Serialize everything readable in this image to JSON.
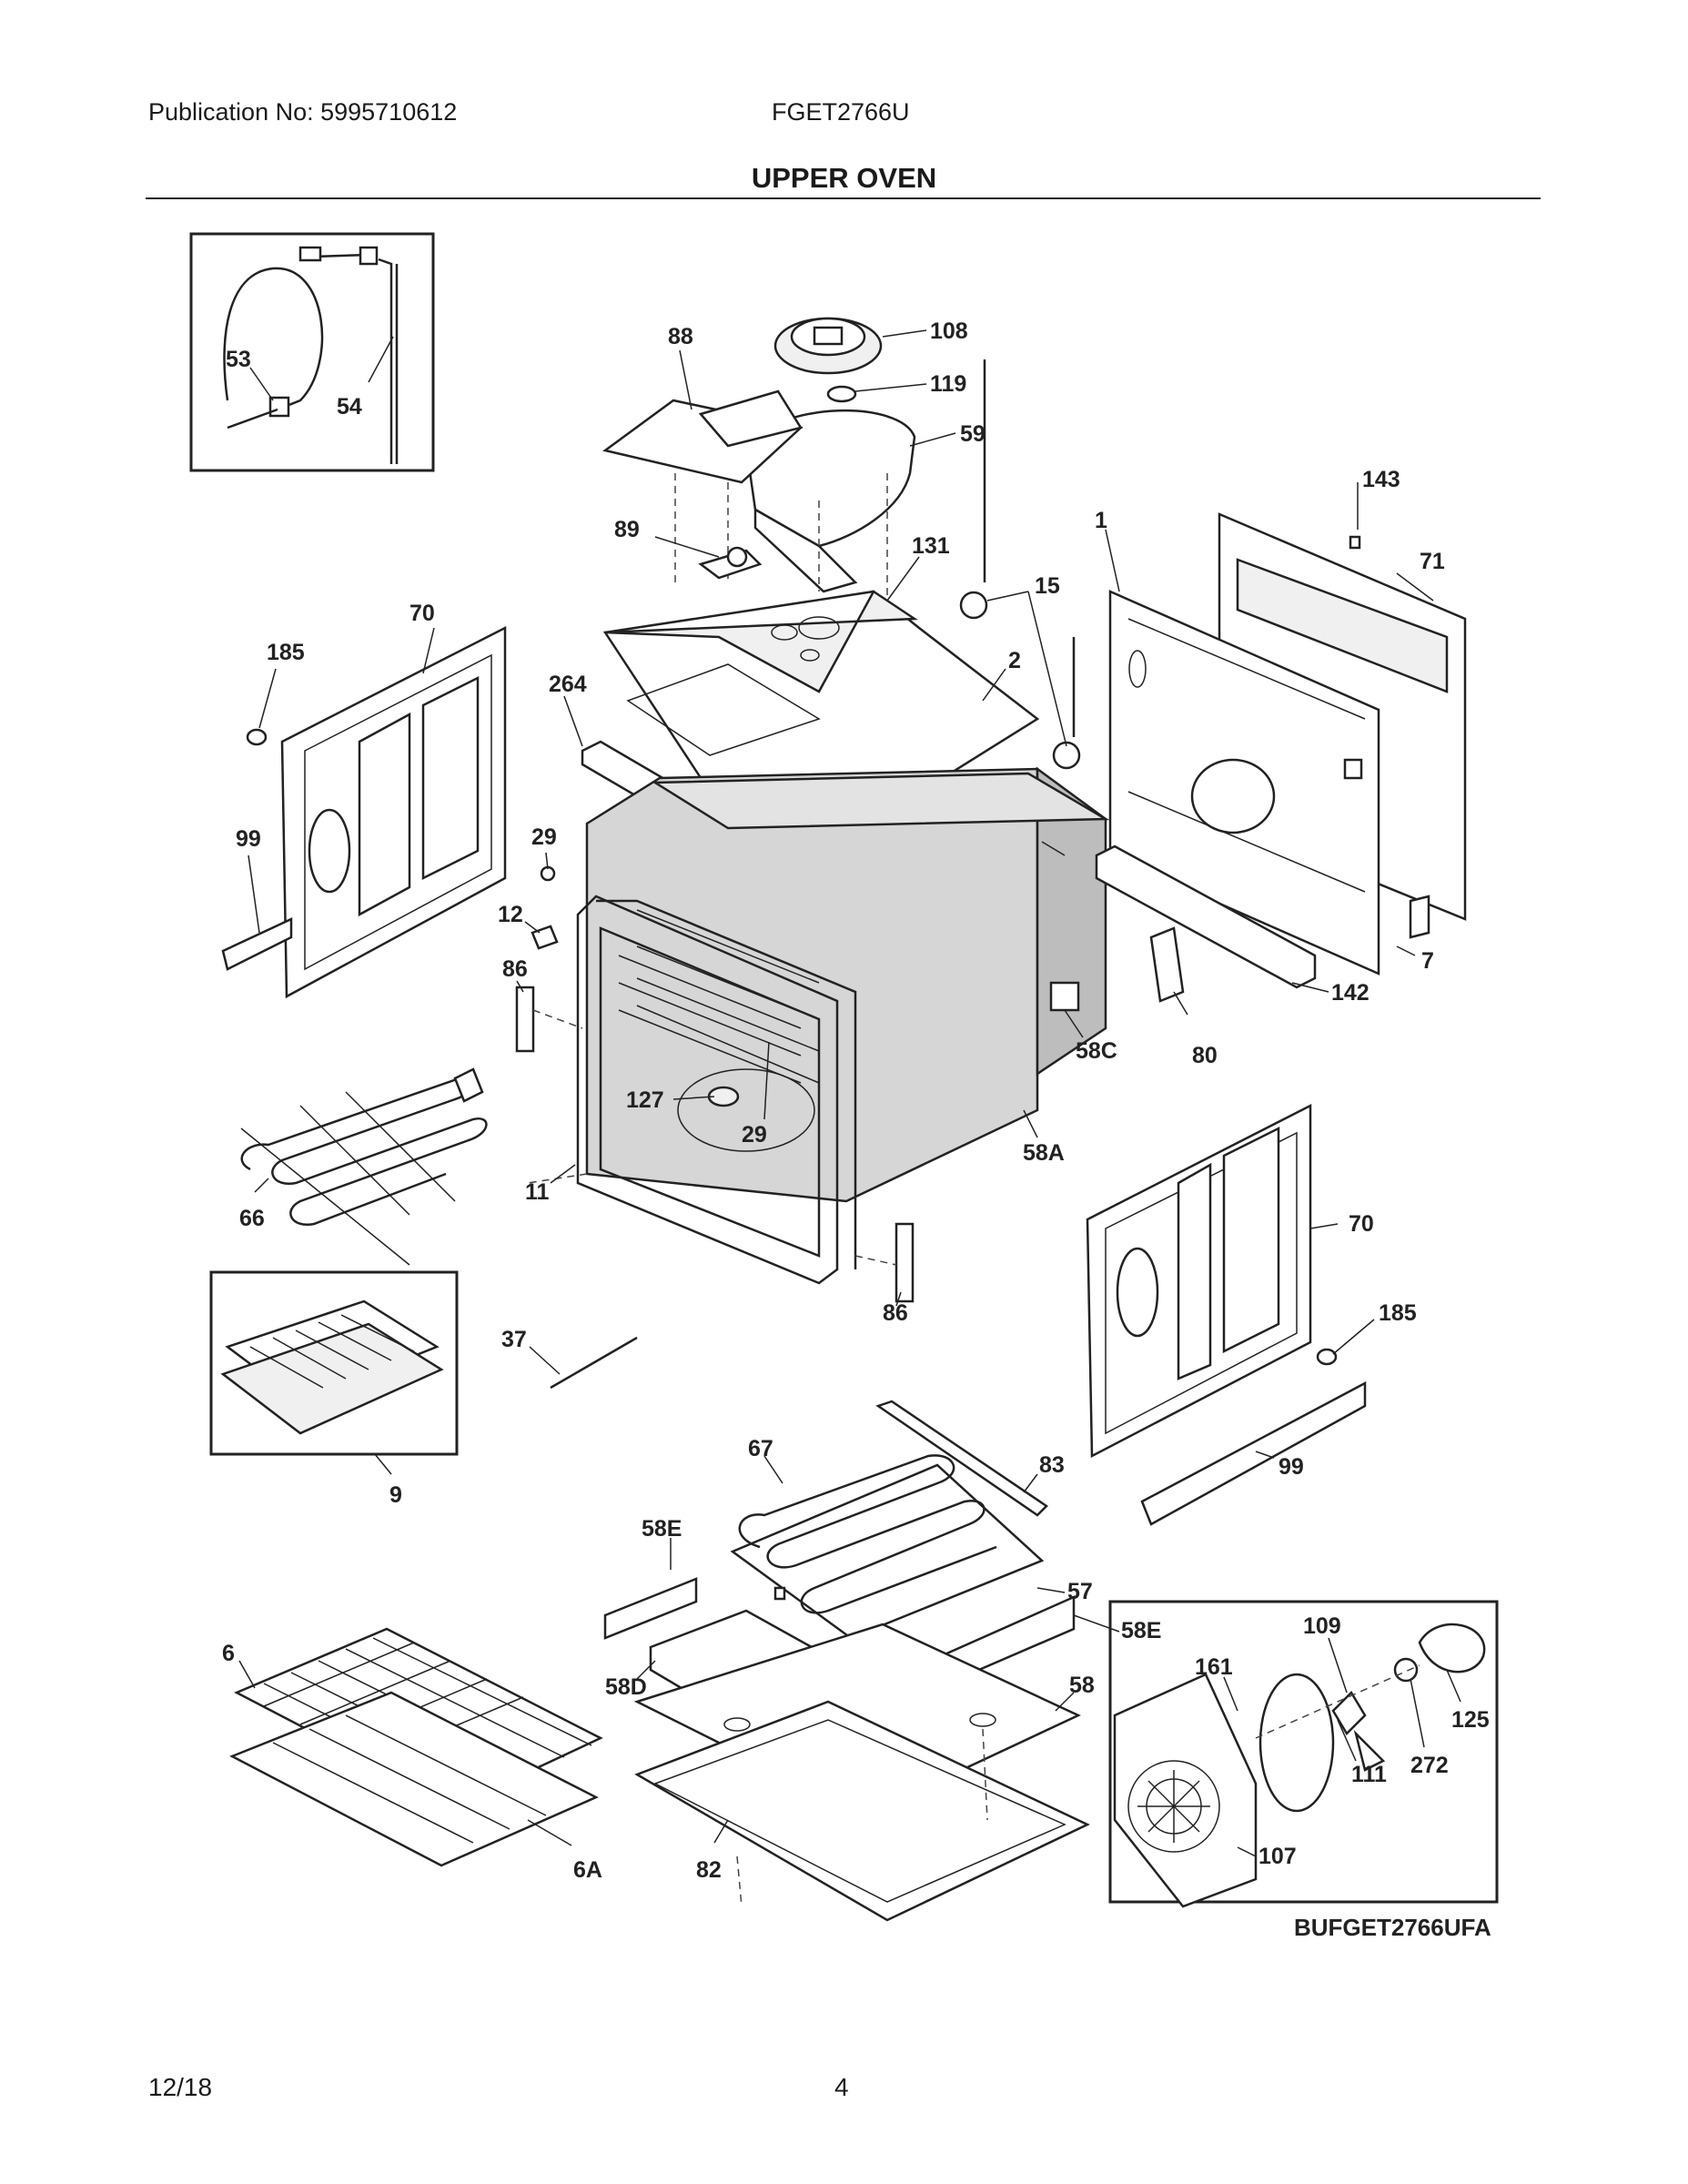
{
  "header": {
    "publication": "Publication No: 5995710612",
    "model": "FGET2766U",
    "title": "UPPER OVEN"
  },
  "footer": {
    "date": "12/18",
    "page": "4"
  },
  "diagram_id": "BUFGET2766UFA",
  "callouts": [
    "53",
    "54",
    "88",
    "108",
    "119",
    "59",
    "143",
    "1",
    "71",
    "89",
    "131",
    "15",
    "70",
    "185",
    "264",
    "2",
    "29",
    "99",
    "12",
    "86",
    "7",
    "142",
    "80",
    "127",
    "29",
    "58C",
    "11",
    "58A",
    "66",
    "70",
    "86",
    "185",
    "9",
    "37",
    "99",
    "67",
    "83",
    "58E",
    "57",
    "58E",
    "109",
    "6",
    "161",
    "58D",
    "58",
    "125",
    "272",
    "111",
    "107",
    "6A",
    "82"
  ]
}
